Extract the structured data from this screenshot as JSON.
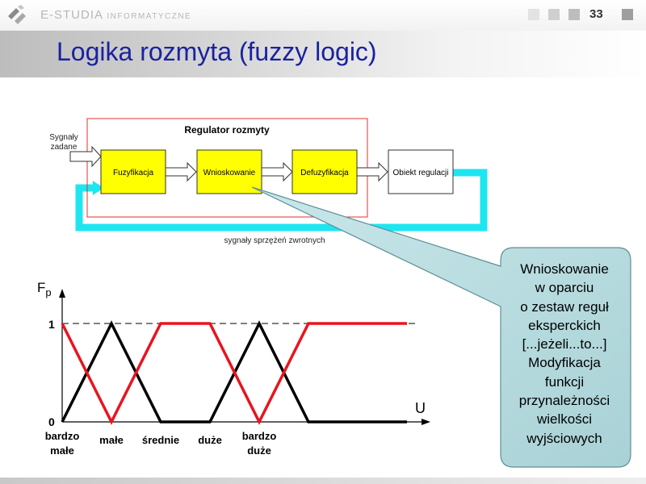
{
  "header": {
    "brand_main": "E-STUDIA",
    "brand_sub": "INFORMATYCZNE",
    "page_number": "33"
  },
  "slide": {
    "title": "Logika rozmyta (fuzzy logic)"
  },
  "diagram": {
    "input_label_1": "Sygnały",
    "input_label_2": "zadane",
    "regulator_title": "Regulator rozmyty",
    "blocks": [
      "Fuzyfikacja",
      "Wnioskowanie",
      "Defuzyfikacja",
      "Obiekt regulacji"
    ],
    "feedback_label": "sygnały sprzężeń zwrotnych",
    "colors": {
      "block_fill": "#ffff00",
      "feedback": "#1ee6f0",
      "regulator_border": "#e03030",
      "callout_fill": "#bfe0e3"
    }
  },
  "callout": {
    "lines": [
      "Wnioskowanie",
      "w oparciu",
      "o zestaw reguł",
      "eksperckich",
      "[...jeżeli...to...]",
      "Modyfikacja",
      "funkcji",
      "przynależności",
      "wielkości",
      "wyjściowych"
    ]
  },
  "chart_data": {
    "type": "line",
    "ylabel": "F",
    "ylabel_sub": "p",
    "xlabel": "U",
    "y_ticks": [
      "1",
      "0"
    ],
    "categories": [
      {
        "line1": "bardzo",
        "line2": "małe"
      },
      {
        "line1": "małe",
        "line2": ""
      },
      {
        "line1": "średnie",
        "line2": ""
      },
      {
        "line1": "duże",
        "line2": ""
      },
      {
        "line1": "bardzo",
        "line2": "duże"
      }
    ],
    "series": [
      {
        "color": "#000000",
        "points": [
          [
            0,
            0
          ],
          [
            1,
            1
          ],
          [
            2,
            0
          ],
          [
            3,
            0
          ],
          [
            4,
            1
          ],
          [
            5,
            0
          ],
          [
            7,
            0
          ]
        ]
      },
      {
        "color": "#e8141e",
        "points": [
          [
            0,
            1
          ],
          [
            1,
            0
          ],
          [
            2,
            1
          ],
          [
            3,
            1
          ],
          [
            4,
            0
          ],
          [
            5,
            1
          ],
          [
            7,
            1
          ]
        ]
      }
    ],
    "xlim": [
      0,
      7.2
    ],
    "ylim": [
      0,
      1
    ],
    "dashed_reference_at": 1,
    "colors": {
      "black_series": "#000000",
      "red_series": "#e8141e"
    }
  }
}
